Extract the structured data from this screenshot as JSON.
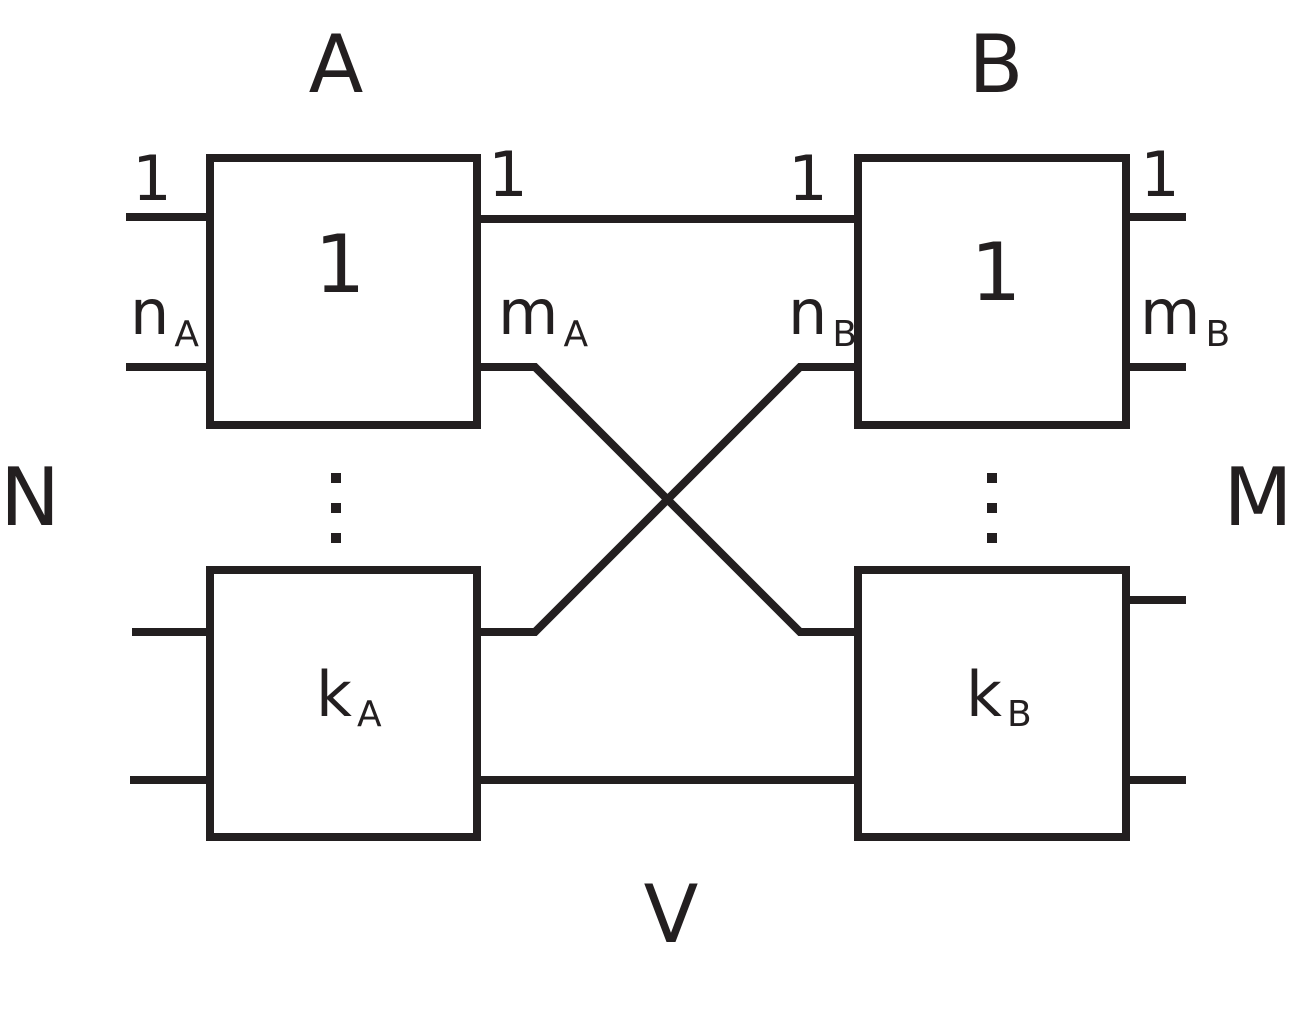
{
  "labels": {
    "A": "A",
    "B": "B",
    "N": "N",
    "M": "M",
    "V": "V"
  },
  "box_a_top": {
    "label": "1",
    "left_port_top": "1",
    "left_port_bottom_main": "n",
    "left_port_bottom_sub": "A",
    "right_port_top": "1",
    "right_port_bottom_main": "m",
    "right_port_bottom_sub": "A"
  },
  "box_b_top": {
    "label": "1",
    "left_port_top": "1",
    "left_port_bottom_main": "n",
    "left_port_bottom_sub": "B",
    "right_port_top": "1",
    "right_port_bottom_main": "m",
    "right_port_bottom_sub": "B"
  },
  "box_a_bottom": {
    "label_main": "k",
    "label_sub": "A"
  },
  "box_b_bottom": {
    "label_main": "k",
    "label_sub": "B"
  },
  "colors": {
    "ink": "#231f20",
    "background": "#ffffff"
  }
}
